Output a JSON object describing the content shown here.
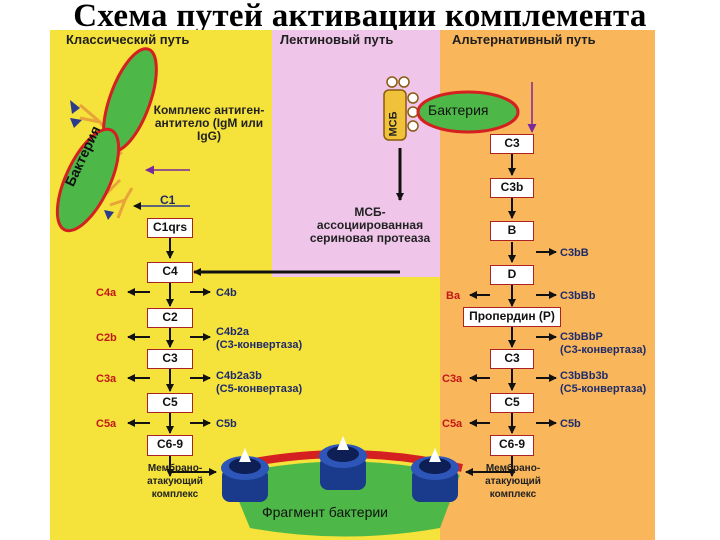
{
  "title": "Схема путей активации комплемента",
  "sections": {
    "classical": "Классический путь",
    "lectin": "Лектиновый путь",
    "alternative": "Альтернативный путь"
  },
  "classical": {
    "bacteria": "Бактерия",
    "complex": "Комплекс антиген- антитело (IgM или IgG)",
    "c1": "C1",
    "c1qrs": "C1qrs",
    "c4": "C4",
    "c4a": "C4a",
    "c4b": "C4b",
    "c2": "C2",
    "c2b": "C2b",
    "c4b2a": "C4b2a",
    "c3_convertase": "(С3-конвертаза)",
    "c3": "C3",
    "c3a": "C3a",
    "c4b2a3b": "C4b2a3b",
    "c5_convertase": "(С5-конвертаза)",
    "c5": "C5",
    "c5a": "C5a",
    "c5b": "C5b",
    "c69": "C6-9",
    "mac": "Мембрано- атакующий комплекс"
  },
  "lectin": {
    "msb": "МСБ",
    "bacteria": "Бактерия",
    "protease": "МСБ- ассоциированная сериновая протеаза"
  },
  "alternative": {
    "c3": "C3",
    "c3b": "C3b",
    "b": "B",
    "c3bb": "C3bB",
    "d": "D",
    "ba": "Ba",
    "c3bbb": "C3bBb",
    "properdin": "Пропердин (P)",
    "c3bbbp": "C3bBbP",
    "c3_convertase": "(С3-конвертаза)",
    "c3_2": "C3",
    "c3a": "C3a",
    "c3bbb3b": "C3bBb3b",
    "c5_convertase": "(С5-конвертаза)",
    "c5": "C5",
    "c5a": "C5a",
    "c5b": "C5b",
    "c69": "C6-9",
    "mac": "Мембрано- атакующий комплекс"
  },
  "membrane": "Фрагмент бактерии"
}
